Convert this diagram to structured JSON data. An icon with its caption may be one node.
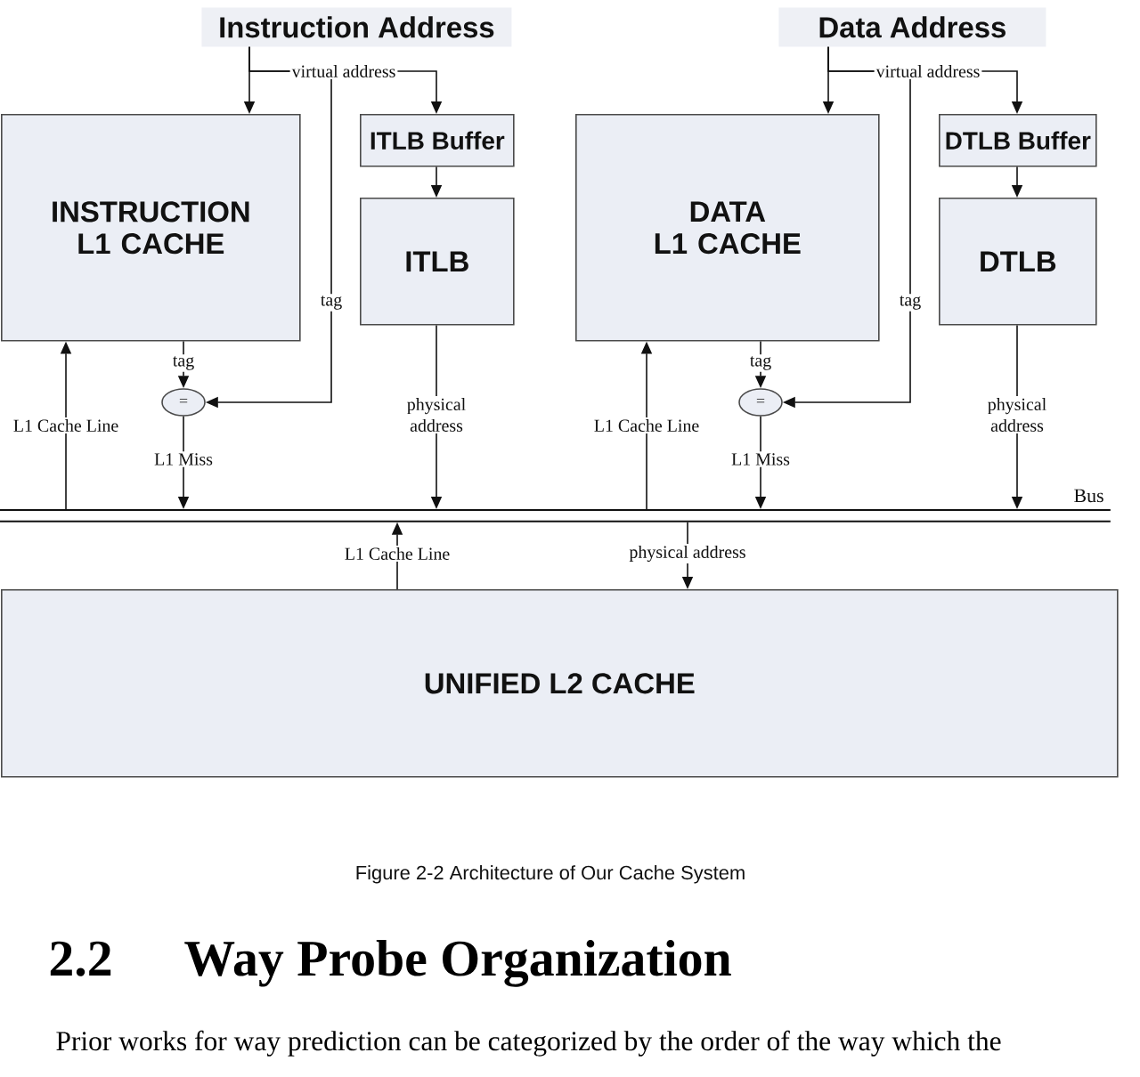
{
  "diagram": {
    "caption": "Figure 2-2 Architecture of Our Cache System",
    "nodes": [
      {
        "text": [
          "Instruction Address"
        ]
      },
      {
        "text": [
          "Data Address"
        ]
      },
      {
        "text": [
          "INSTRUCTION L1 CACHE"
        ]
      },
      {
        "text": [
          "ITLB Buffer"
        ]
      },
      {
        "text": [
          "ITLB"
        ]
      },
      {
        "text": [
          "="
        ]
      },
      {
        "text": [
          "DATA L1 CACHE"
        ]
      },
      {
        "text": [
          "DTLB Buffer"
        ]
      },
      {
        "text": [
          "DTLB"
        ]
      },
      {
        "text": [
          "="
        ]
      },
      {
        "text": [
          "Bus"
        ]
      },
      {
        "text": [
          "UNIFIED L2 CACHE"
        ]
      }
    ],
    "edges": [
      {
        "from": 0,
        "to": 2,
        "arrow": "to"
      },
      {
        "from": 0,
        "to": 3,
        "arrow": "to",
        "label": "virtual address"
      },
      {
        "from": 0,
        "to": 5,
        "arrow": "to",
        "label": "tag"
      },
      {
        "from": 2,
        "to": 5,
        "arrow": "to",
        "label": "tag"
      },
      {
        "from": 3,
        "to": 4,
        "arrow": "to"
      },
      {
        "from": 4,
        "to": 10,
        "arrow": "to",
        "label": "physical address"
      },
      {
        "from": 5,
        "to": 10,
        "arrow": "to",
        "label": "L1 Miss"
      },
      {
        "from": 10,
        "to": 2,
        "arrow": "to",
        "label": "L1 Cache Line"
      },
      {
        "from": 1,
        "to": 6,
        "arrow": "to"
      },
      {
        "from": 1,
        "to": 7,
        "arrow": "to",
        "label": "virtual address"
      },
      {
        "from": 1,
        "to": 9,
        "arrow": "to",
        "label": "tag"
      },
      {
        "from": 6,
        "to": 9,
        "arrow": "to",
        "label": "tag"
      },
      {
        "from": 7,
        "to": 8,
        "arrow": "to"
      },
      {
        "from": 8,
        "to": 10,
        "arrow": "to",
        "label": "physical address"
      },
      {
        "from": 9,
        "to": 10,
        "arrow": "to",
        "label": "L1 Miss"
      },
      {
        "from": 10,
        "to": 6,
        "arrow": "to",
        "label": "L1 Cache Line"
      },
      {
        "from": 11,
        "to": 10,
        "arrow": "to",
        "label": "L1 Cache Line"
      },
      {
        "from": 10,
        "to": 11,
        "arrow": "to",
        "label": "physical address"
      }
    ],
    "labels": [
      "2.2",
      "Way Probe Organization",
      "Prior works for way prediction can be categorized by the order of the way which the"
    ]
  }
}
